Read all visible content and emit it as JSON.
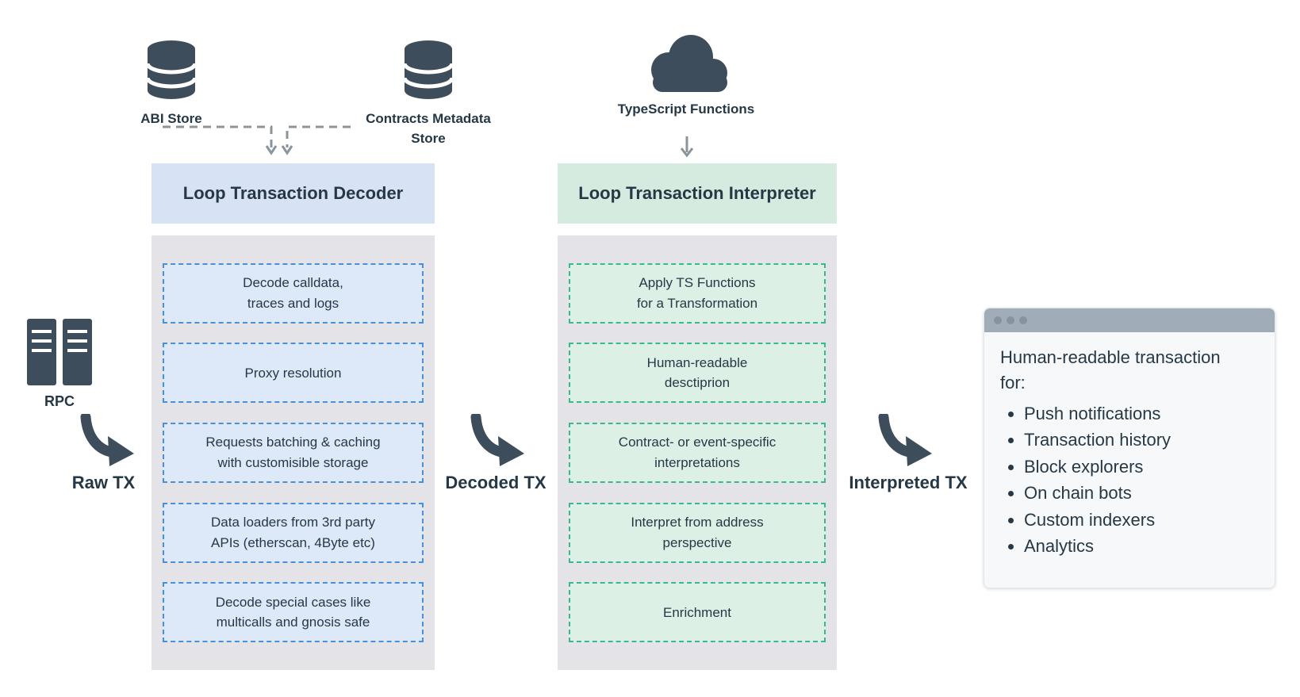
{
  "palette": {
    "ink": "#263845",
    "icon": "#3e4d5b",
    "connector": "#8a949c",
    "panel_bg": "#e4e3e8",
    "decoder_header_bg": "#d7e3f5",
    "decoder_step_bg": "#dde8f8",
    "decoder_step_border": "#4a8fd9",
    "interp_header_bg": "#d6ebdf",
    "interp_step_bg": "#ddf0e6",
    "interp_step_border": "#3ab98e",
    "browser_bar_bg": "#a0acb7",
    "browser_body_bg": "#f7f8fa"
  },
  "stores": {
    "abi": {
      "label": "ABI Store"
    },
    "contracts": {
      "label": "Contracts Metadata\nStore"
    }
  },
  "typescript": {
    "label": "TypeScript Functions"
  },
  "decoder": {
    "title": "Loop Transaction Decoder",
    "steps": [
      {
        "label": "Decode calldata,\ntraces and logs"
      },
      {
        "label": "Proxy resolution"
      },
      {
        "label": "Requests batching & caching\nwith customisible storage"
      },
      {
        "label": "Data loaders from 3rd party\nAPIs (etherscan, 4Byte etc)"
      },
      {
        "label": "Decode special cases like\nmulticalls and gnosis safe"
      }
    ]
  },
  "interpreter": {
    "title": "Loop Transaction Interpreter",
    "steps": [
      {
        "label": "Apply TS Functions\nfor a Transformation"
      },
      {
        "label": "Human-readable\ndesctiprion"
      },
      {
        "label": "Contract- or event-specific\ninterpretations"
      },
      {
        "label": "Interpret from address\nperspective"
      },
      {
        "label": "Enrichment"
      }
    ]
  },
  "flow": {
    "rpc_label": "RPC",
    "raw_tx": "Raw TX",
    "decoded_tx": "Decoded TX",
    "interpreted_tx": "Interpreted TX"
  },
  "browser": {
    "title": "Human-readable transaction\nfor:",
    "bullets": [
      "Push notifications",
      "Transaction history",
      "Block explorers",
      "On chain bots",
      "Custom indexers",
      "Analytics"
    ]
  }
}
